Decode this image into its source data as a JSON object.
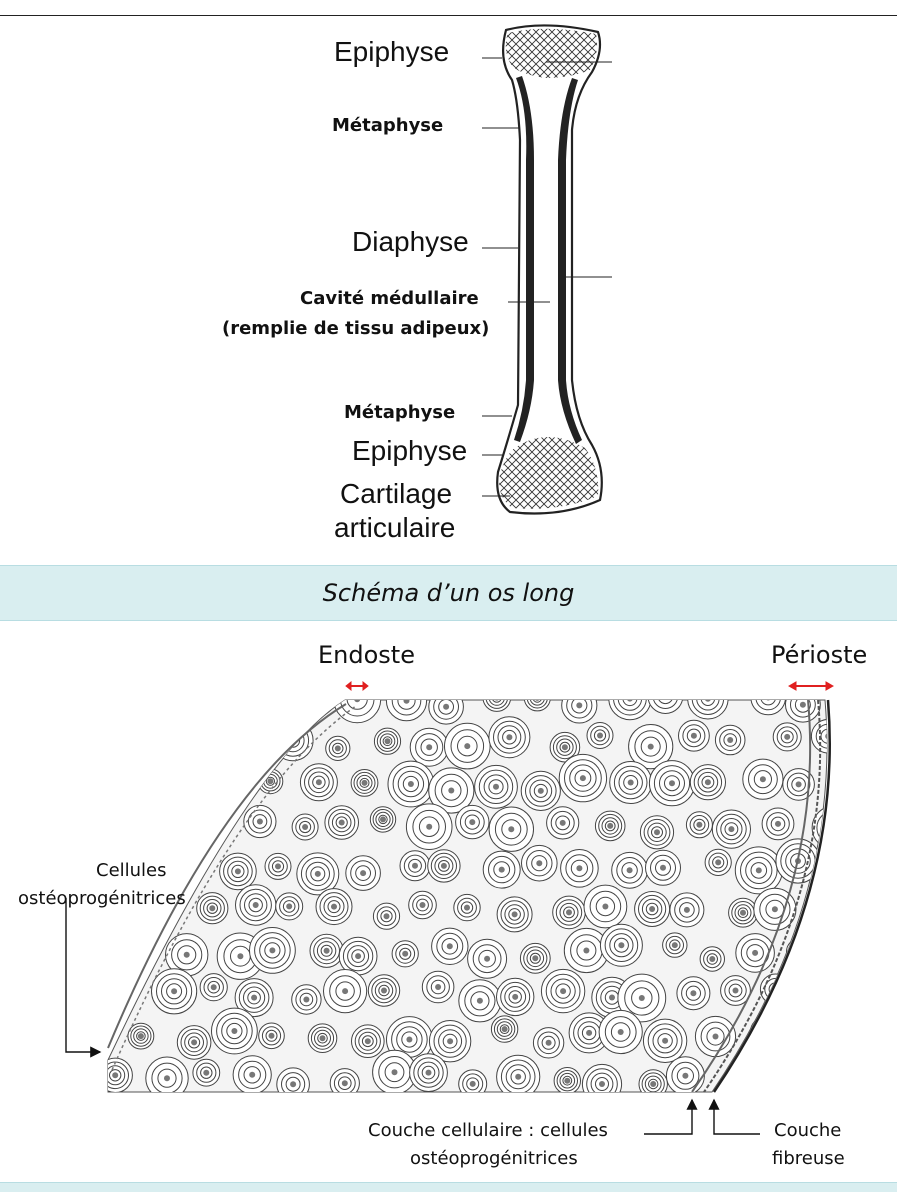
{
  "bone_diagram": {
    "labels": {
      "epiphyse_top": "Epiphyse",
      "metaphyse_top": "Métaphyse",
      "diaphyse": "Diaphyse",
      "cavite_line1": "Cavité médullaire",
      "cavite_line2": "(remplie de tissu adipeux)",
      "metaphyse_bottom": "Métaphyse",
      "epiphyse_bottom": "Epiphyse",
      "cartilage_line1": "Cartilage",
      "cartilage_line2": "articulaire"
    },
    "caption": "Schéma d’un os long"
  },
  "cross_section": {
    "labels": {
      "endoste": "Endoste",
      "perioste": "Périoste",
      "cellules_line1": "Cellules",
      "cellules_line2": "ostéoprogénitrices",
      "couche_cell_line1": "Couche cellulaire : cellules",
      "couche_cell_line2": "ostéoprogénitrices",
      "couche_fib_line1": "Couche",
      "couche_fib_line2": "fibreuse"
    }
  },
  "colors": {
    "caption_band": "#d9eef0",
    "arrow_red": "#e02020",
    "ink": "#1a1a1a"
  }
}
